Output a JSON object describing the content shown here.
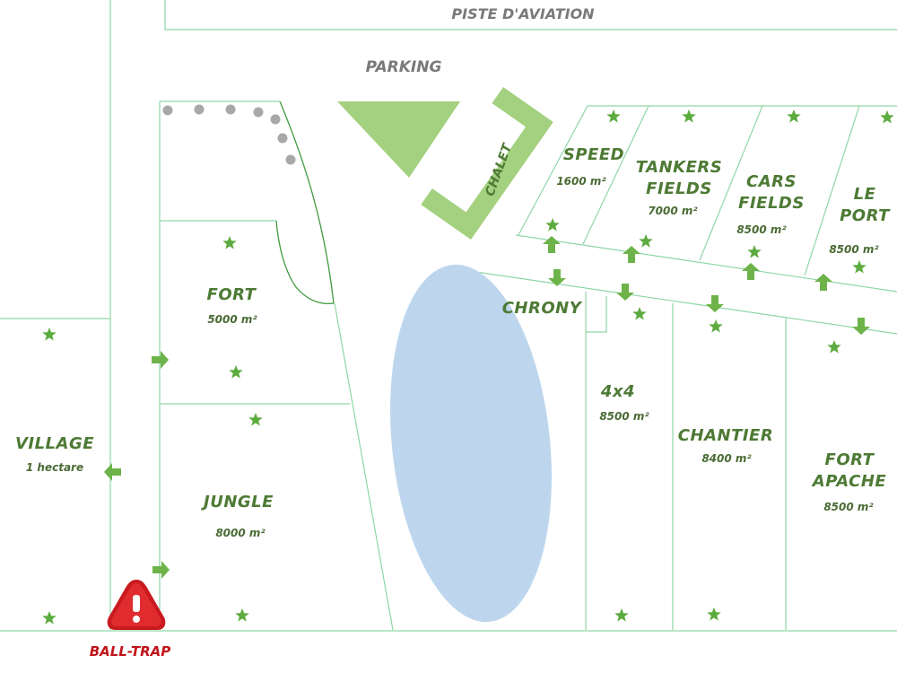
{
  "map": {
    "runway": "PISTE D'AVIATION",
    "parking": "PARKING",
    "chalet": "CHALET",
    "chrony": "CHRONY",
    "ball_trap": "BALL-TRAP",
    "zones": {
      "speed": {
        "name": "SPEED",
        "area": "1600 m²"
      },
      "tankers": {
        "name_line1": "TANKERS",
        "name_line2": "FIELDS",
        "area": "7000 m²"
      },
      "cars": {
        "name_line1": "CARS",
        "name_line2": "FIELDS",
        "area": "8500 m²"
      },
      "port": {
        "name_line1": "LE",
        "name_line2": "PORT",
        "area": "8500 m²"
      },
      "fort": {
        "name": "FORT",
        "area": "5000 m²"
      },
      "village": {
        "name": "VILLAGE",
        "area": "1 hectare"
      },
      "jungle": {
        "name": "JUNGLE",
        "area": "8000 m²"
      },
      "x4": {
        "name": "4x4",
        "area": "8500 m²"
      },
      "chantier": {
        "name": "CHANTIER",
        "area": "8400 m²"
      },
      "fort_apache": {
        "name_line1": "FORT",
        "name_line2": "APACHE",
        "area": "8500 m²"
      }
    },
    "colors": {
      "zone_text": "#4d7a34",
      "marker_green": "#5cab3f",
      "structure_green": "#a4d17f",
      "lake_blue": "#bdd6ee",
      "border": "#8fd6a8",
      "warning_red": "#c0141a"
    }
  }
}
